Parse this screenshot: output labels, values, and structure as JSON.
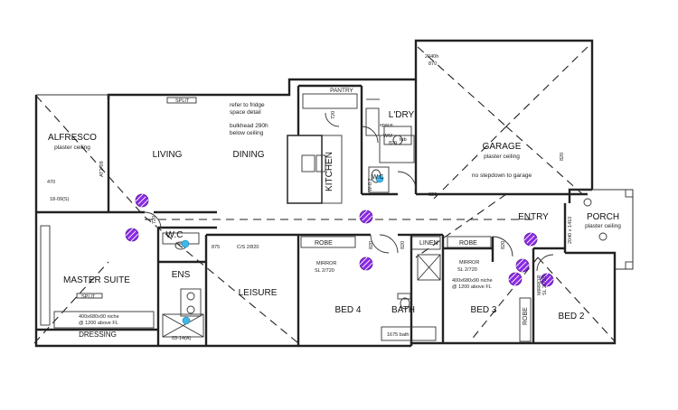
{
  "rooms": {
    "alfresco": "ALFRESCO",
    "alfresco_note": "plaster ceiling",
    "living": "LIVING",
    "dining": "DINING",
    "kitchen": "KITCHEN",
    "pantry": "PANTRY",
    "ldry": "L'DRY",
    "garage": "GARAGE",
    "garage_note": "plaster ceiling",
    "garage_step": "no stepdown to garage",
    "master_suite": "MASTER SUITE",
    "wc": "W.C",
    "wc2": "W.C",
    "ens": "ENS",
    "leisure": "LEISURE",
    "bed4": "BED 4",
    "bath": "BATH",
    "bed3": "BED 3",
    "bed2": "BED 2",
    "entry": "ENTRY",
    "porch": "PORCH",
    "porch_note": "plaster ceiling",
    "dressing": "DRESSING",
    "linen": "LINEN",
    "robe1": "ROBE",
    "robe2": "ROBE",
    "robe3": "ROBE"
  },
  "notes": {
    "fridge": "refer to fridge",
    "fridge2": "space detail",
    "bulkhead": "bulkhead 290h",
    "bulkhead2": "below ceiling",
    "split1": "SPLIT",
    "split2": "SPLIT",
    "mirror1": "MIRROR",
    "mirror1b": "SL 2/720",
    "mirror2": "MIRROR",
    "mirror2b": "SL 2/720",
    "mirror3": "MIRROR",
    "mirror3b": "SL 2/720",
    "niche1": "400x680x90 niche",
    "niche1b": "@ 1200 above FL",
    "niche2": "400x680x90 niche",
    "niche2b": "@ 1200 above FL",
    "bath_len": "1675 bath",
    "cs": "C/S 2/820",
    "d875": "875",
    "d720a": "720",
    "d720b": "720",
    "d820a": "820",
    "d820b": "820",
    "d820c": "820",
    "d820d": "820",
    "d820e": "820",
    "d820f": "820",
    "d2040": "2040h",
    "d870": "870",
    "d1410": "2040 x 1410",
    "d2670": "18-09(S)",
    "d470": "470",
    "d1280": "AT2-09",
    "d03": "03-14(A)",
    "wm": "WM",
    "space": "space",
    "wc2_code": "W-0.2",
    "tub": "tub"
  },
  "colors": {
    "wall": "#222222",
    "marker": "#8a2be2",
    "blue_mark": "#3fb6e8"
  }
}
